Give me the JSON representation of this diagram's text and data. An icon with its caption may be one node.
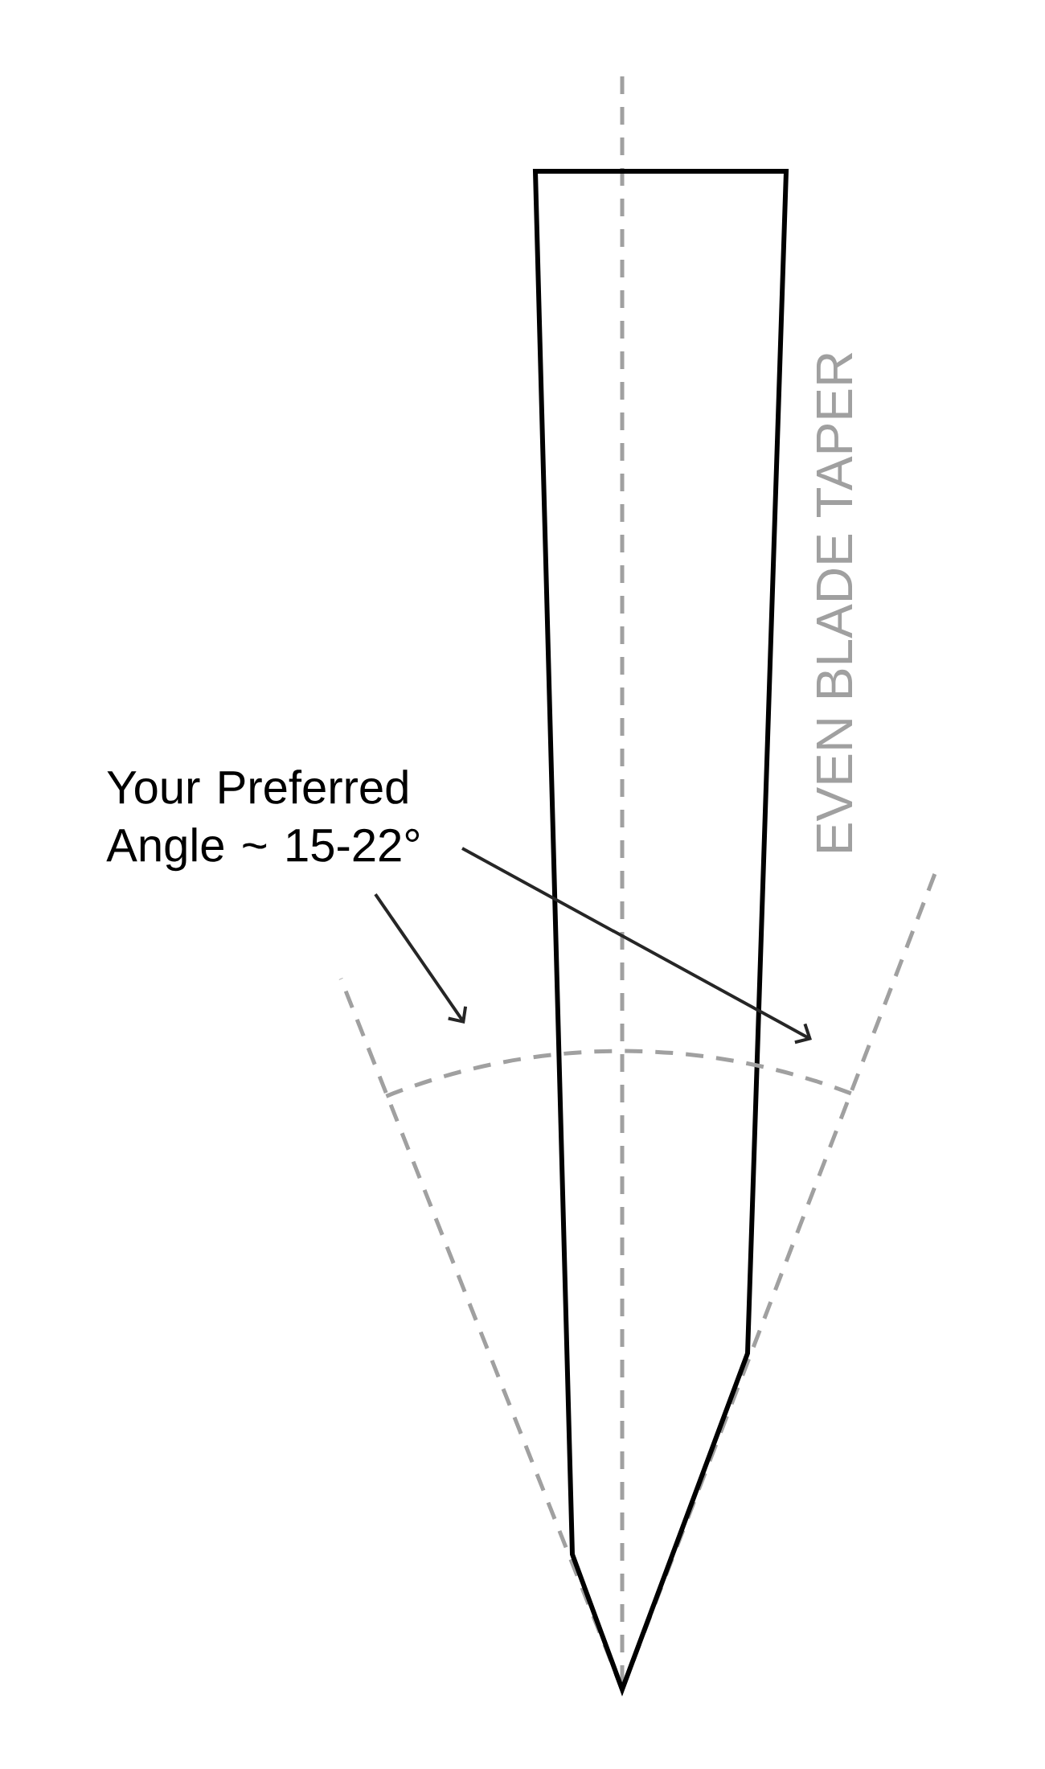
{
  "diagram": {
    "nodes": [
      {
        "text": [
          "Your Preferred Angle ~ 15-22°"
        ]
      },
      {
        "text": [],
        "shape": "arc"
      }
    ],
    "edges": [
      {
        "from": 0,
        "to": 1,
        "arrow": "to"
      },
      {
        "from": 0,
        "to": 1,
        "arrow": "to"
      }
    ],
    "labels": [
      "EVEN BLADE TAPER"
    ]
  }
}
